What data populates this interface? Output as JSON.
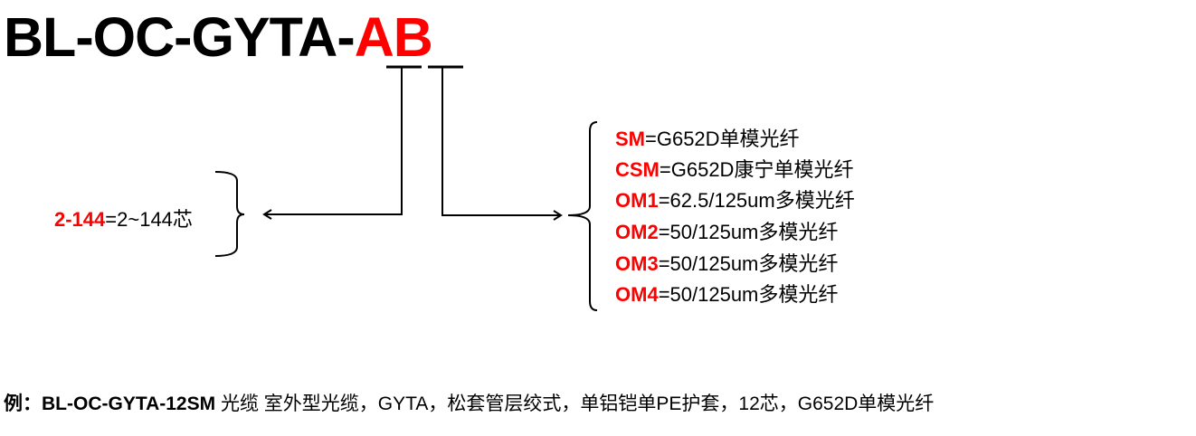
{
  "title": {
    "prefix": "BL-OC-GYTA-",
    "part_a": "A",
    "part_b": "B"
  },
  "core_count": {
    "code": "2-144",
    "desc": "=2~144芯"
  },
  "fiber_types": [
    {
      "code": "SM",
      "desc": "=G652D单模光纤"
    },
    {
      "code": "CSM",
      "desc": "=G652D康宁单模光纤"
    },
    {
      "code": "OM1",
      "desc": "=62.5/125um多模光纤"
    },
    {
      "code": "OM2",
      "desc": "=50/125um多模光纤"
    },
    {
      "code": "OM3",
      "desc": "=50/125um多模光纤"
    },
    {
      "code": "OM4",
      "desc": "=50/125um多模光纤"
    }
  ],
  "example": {
    "label": "例：",
    "model": "BL-OC-GYTA-12SM",
    "desc": " 光缆 室外型光缆，GYTA，松套管层绞式，单铝铠单PE护套，12芯，G652D单模光纤"
  },
  "colors": {
    "accent": "#ff0000",
    "text": "#000000"
  }
}
